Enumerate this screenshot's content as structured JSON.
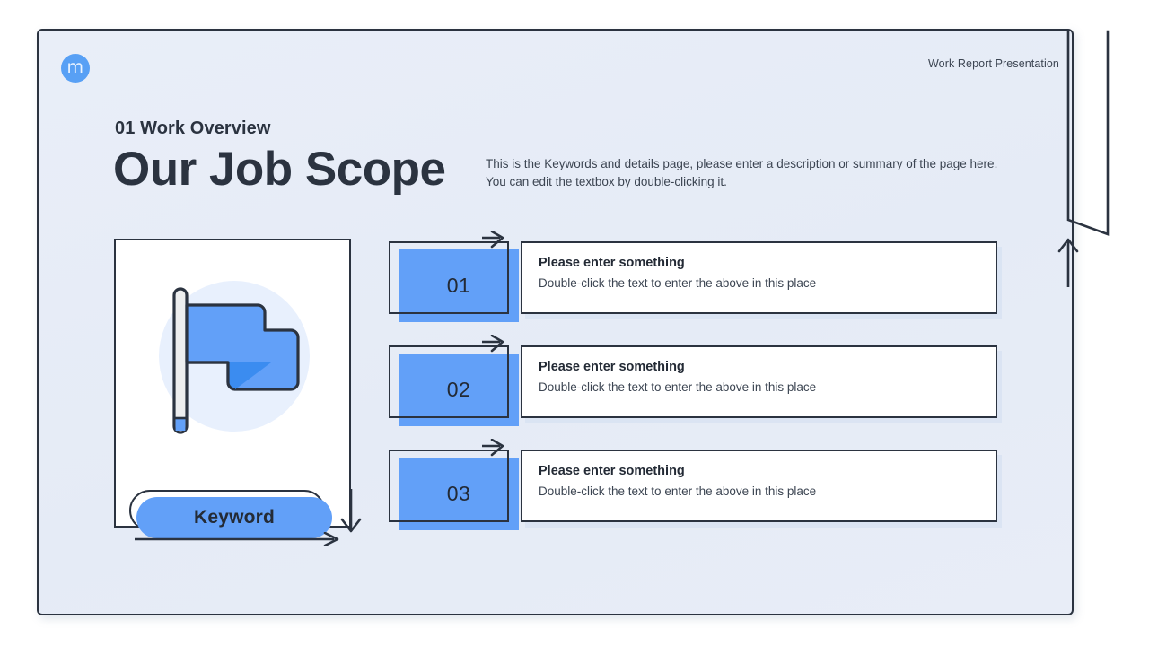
{
  "slide": {
    "logo_letter": "m",
    "header_label": "Work Report Presentation",
    "eyebrow": "01 Work Overview",
    "title": "Our Job Scope",
    "intro": "This is the Keywords and details page, please enter a description or summary of the page here. You can edit the textbox by double-clicking it.",
    "keyword_label": "Keyword"
  },
  "colors": {
    "accent_blue": "#62a0f8",
    "logo_blue": "#58a0f5",
    "ink": "#2b3340",
    "background": "#e7ecf7",
    "flag_fold": "#3b8cf0",
    "circle_tint": "#e8f0fd",
    "pole": "#edeeef"
  },
  "steps": [
    {
      "number": "01",
      "title": "Please enter something",
      "subtitle": "Double-click the text to enter the above in this place"
    },
    {
      "number": "02",
      "title": "Please enter something",
      "subtitle": "Double-click the text to enter the above in this place"
    },
    {
      "number": "03",
      "title": "Please enter something",
      "subtitle": "Double-click the text to enter the above in this place"
    }
  ]
}
